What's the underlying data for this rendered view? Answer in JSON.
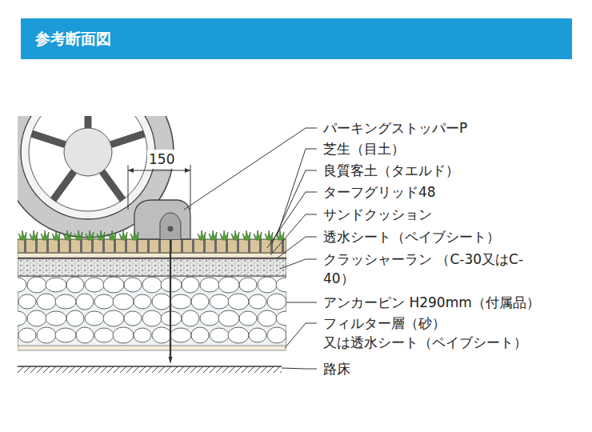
{
  "diagram": {
    "title": "参考断面図",
    "labels": [
      "150",
      "パーキングストッパーP",
      "芝生（目土）",
      "良質客土（タエルド）",
      "ターフグリッド48",
      "サンドクッション",
      "透水シート（ペイブシート）",
      "クラッシャーラン （C-30又はC-40）",
      "アンカーピン H290mm（付属品）",
      "フィルター層（砂） 又は透水シート（ペイブシート）",
      "路床"
    ]
  }
}
